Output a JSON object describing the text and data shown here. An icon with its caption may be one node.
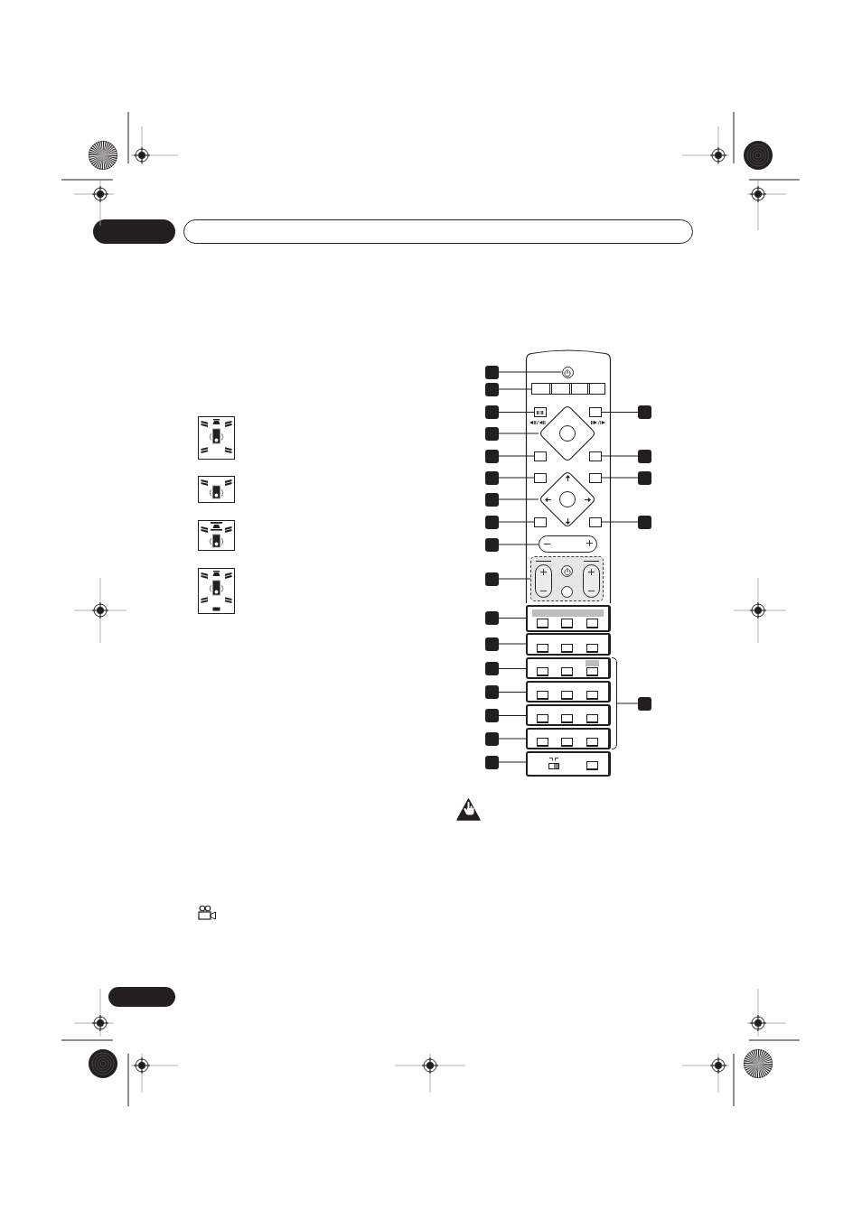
{
  "diagram": {
    "nodes": [
      {
        "text": [],
        "shape": "box"
      },
      {
        "text": [],
        "shape": "box"
      },
      {
        "text": [],
        "shape": "box"
      },
      {
        "text": [],
        "shape": "box"
      },
      {
        "text": [],
        "shape": "box"
      },
      {
        "text": [],
        "shape": "box"
      },
      {
        "text": [],
        "shape": "box"
      },
      {
        "text": [],
        "shape": "box"
      },
      {
        "text": [],
        "shape": "box"
      },
      {
        "text": [],
        "shape": "box"
      },
      {
        "text": [],
        "shape": "box"
      },
      {
        "text": [],
        "shape": "box"
      },
      {
        "text": [],
        "shape": "box"
      },
      {
        "text": [],
        "shape": "box"
      },
      {
        "text": [],
        "shape": "box"
      },
      {
        "text": [],
        "shape": "box"
      },
      {
        "text": [],
        "shape": "box"
      },
      {
        "text": [],
        "shape": "box"
      },
      {
        "text": [],
        "shape": "box"
      },
      {
        "text": [],
        "shape": "box"
      },
      {
        "text": [],
        "shape": "box"
      },
      {
        "text": [],
        "shape": "box"
      },
      {
        "text": [],
        "shape": "circle"
      },
      {
        "text": [],
        "shape": "box"
      },
      {
        "text": [],
        "shape": "box"
      },
      {
        "text": [],
        "shape": "diamond"
      },
      {
        "text": [],
        "shape": "box"
      },
      {
        "text": [],
        "shape": "box"
      },
      {
        "text": [],
        "shape": "diamond"
      },
      {
        "text": [],
        "shape": "box"
      },
      {
        "text": [],
        "shape": "bar"
      },
      {
        "text": [],
        "shape": "box"
      },
      {
        "text": [],
        "shape": "box"
      },
      {
        "text": [],
        "shape": "box"
      },
      {
        "text": [],
        "shape": "box"
      },
      {
        "text": [],
        "shape": "box"
      },
      {
        "text": [],
        "shape": "box"
      },
      {
        "text": [],
        "shape": "box"
      },
      {
        "text": [],
        "shape": "box"
      },
      {
        "text": [],
        "shape": "box"
      },
      {
        "text": [],
        "shape": "box"
      },
      {
        "text": [],
        "shape": "box"
      },
      {
        "text": [],
        "shape": "box"
      },
      {
        "text": [],
        "shape": "bracket"
      }
    ],
    "edges": [
      {
        "from": 0,
        "to": 22,
        "arrow": "none"
      },
      {
        "from": 1,
        "to": 23,
        "arrow": "none"
      },
      {
        "from": 2,
        "to": 24,
        "arrow": "none"
      },
      {
        "from": 3,
        "to": 25,
        "arrow": "none"
      },
      {
        "from": 4,
        "to": 26,
        "arrow": "none"
      },
      {
        "from": 5,
        "to": 27,
        "arrow": "none"
      },
      {
        "from": 6,
        "to": 28,
        "arrow": "none"
      },
      {
        "from": 7,
        "to": 29,
        "arrow": "none"
      },
      {
        "from": 8,
        "to": 30,
        "arrow": "none"
      },
      {
        "from": 9,
        "to": 31,
        "arrow": "none"
      },
      {
        "from": 10,
        "to": 32,
        "arrow": "none"
      },
      {
        "from": 11,
        "to": 33,
        "arrow": "none"
      },
      {
        "from": 12,
        "to": 34,
        "arrow": "none"
      },
      {
        "from": 13,
        "to": 35,
        "arrow": "none"
      },
      {
        "from": 14,
        "to": 36,
        "arrow": "none"
      },
      {
        "from": 15,
        "to": 37,
        "arrow": "none"
      },
      {
        "from": 16,
        "to": 38,
        "arrow": "none"
      },
      {
        "from": 17,
        "to": 39,
        "arrow": "none"
      },
      {
        "from": 18,
        "to": 40,
        "arrow": "none"
      },
      {
        "from": 19,
        "to": 41,
        "arrow": "none"
      },
      {
        "from": 20,
        "to": 42,
        "arrow": "none"
      },
      {
        "from": 21,
        "to": 43,
        "arrow": "none"
      }
    ]
  }
}
